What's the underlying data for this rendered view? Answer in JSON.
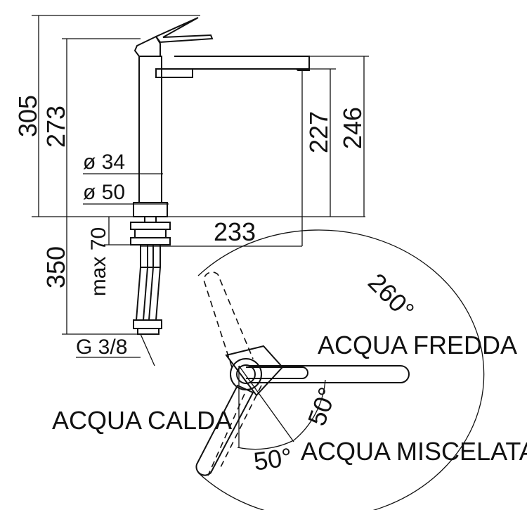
{
  "dimensions": {
    "total_height": "305",
    "spout_height": "273",
    "spout_outlet_height": "227",
    "lever_top_height": "246",
    "body_diameter": "ø 34",
    "base_diameter": "ø 50",
    "spout_reach": "233",
    "shank_length": "350",
    "max_deck_thickness": "max 70",
    "connection_thread": "G 3/8"
  },
  "rotation": {
    "total_angle": "260°",
    "cold_angle": "50°",
    "hot_angle": "50°"
  },
  "positions": {
    "cold": "ACQUA FREDDA",
    "hot": "ACQUA CALDA",
    "mixed": "ACQUA MISCELATA"
  }
}
